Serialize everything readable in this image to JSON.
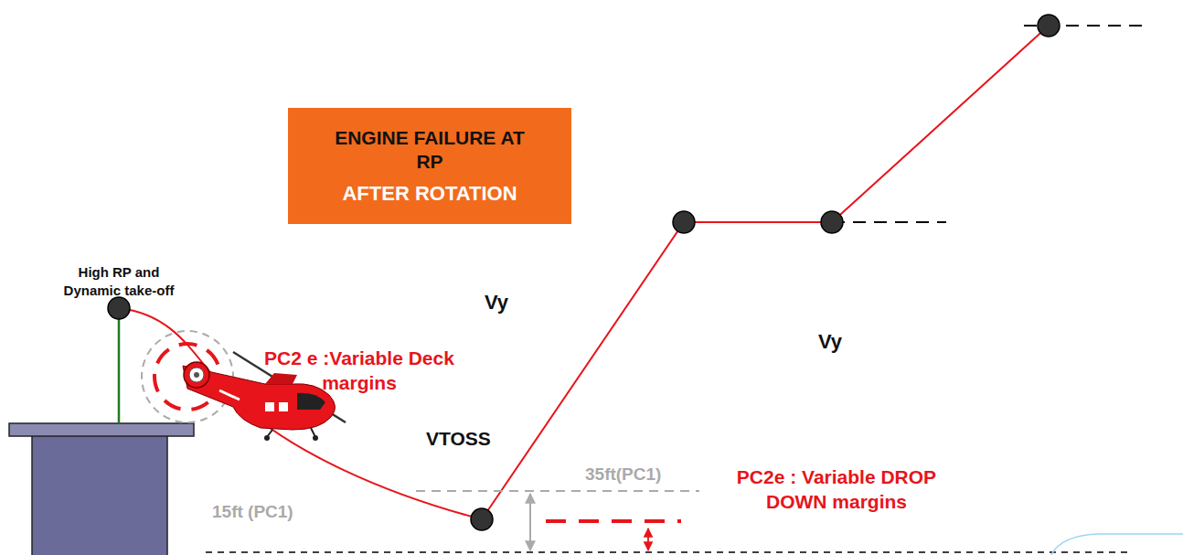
{
  "diagram": {
    "nodes": [
      {
        "text": [
          "ENGINE FAILURE AT RP",
          "AFTER ROTATION"
        ]
      }
    ],
    "labels": [
      "High RP and Dynamic take-off",
      "Vy",
      "Vy",
      "PC2 e :Variable Deck margins",
      "VTOSS",
      "35ft(PC1)",
      "15ft (PC1)",
      "PC2e : Variable DROP DOWN margins"
    ]
  }
}
